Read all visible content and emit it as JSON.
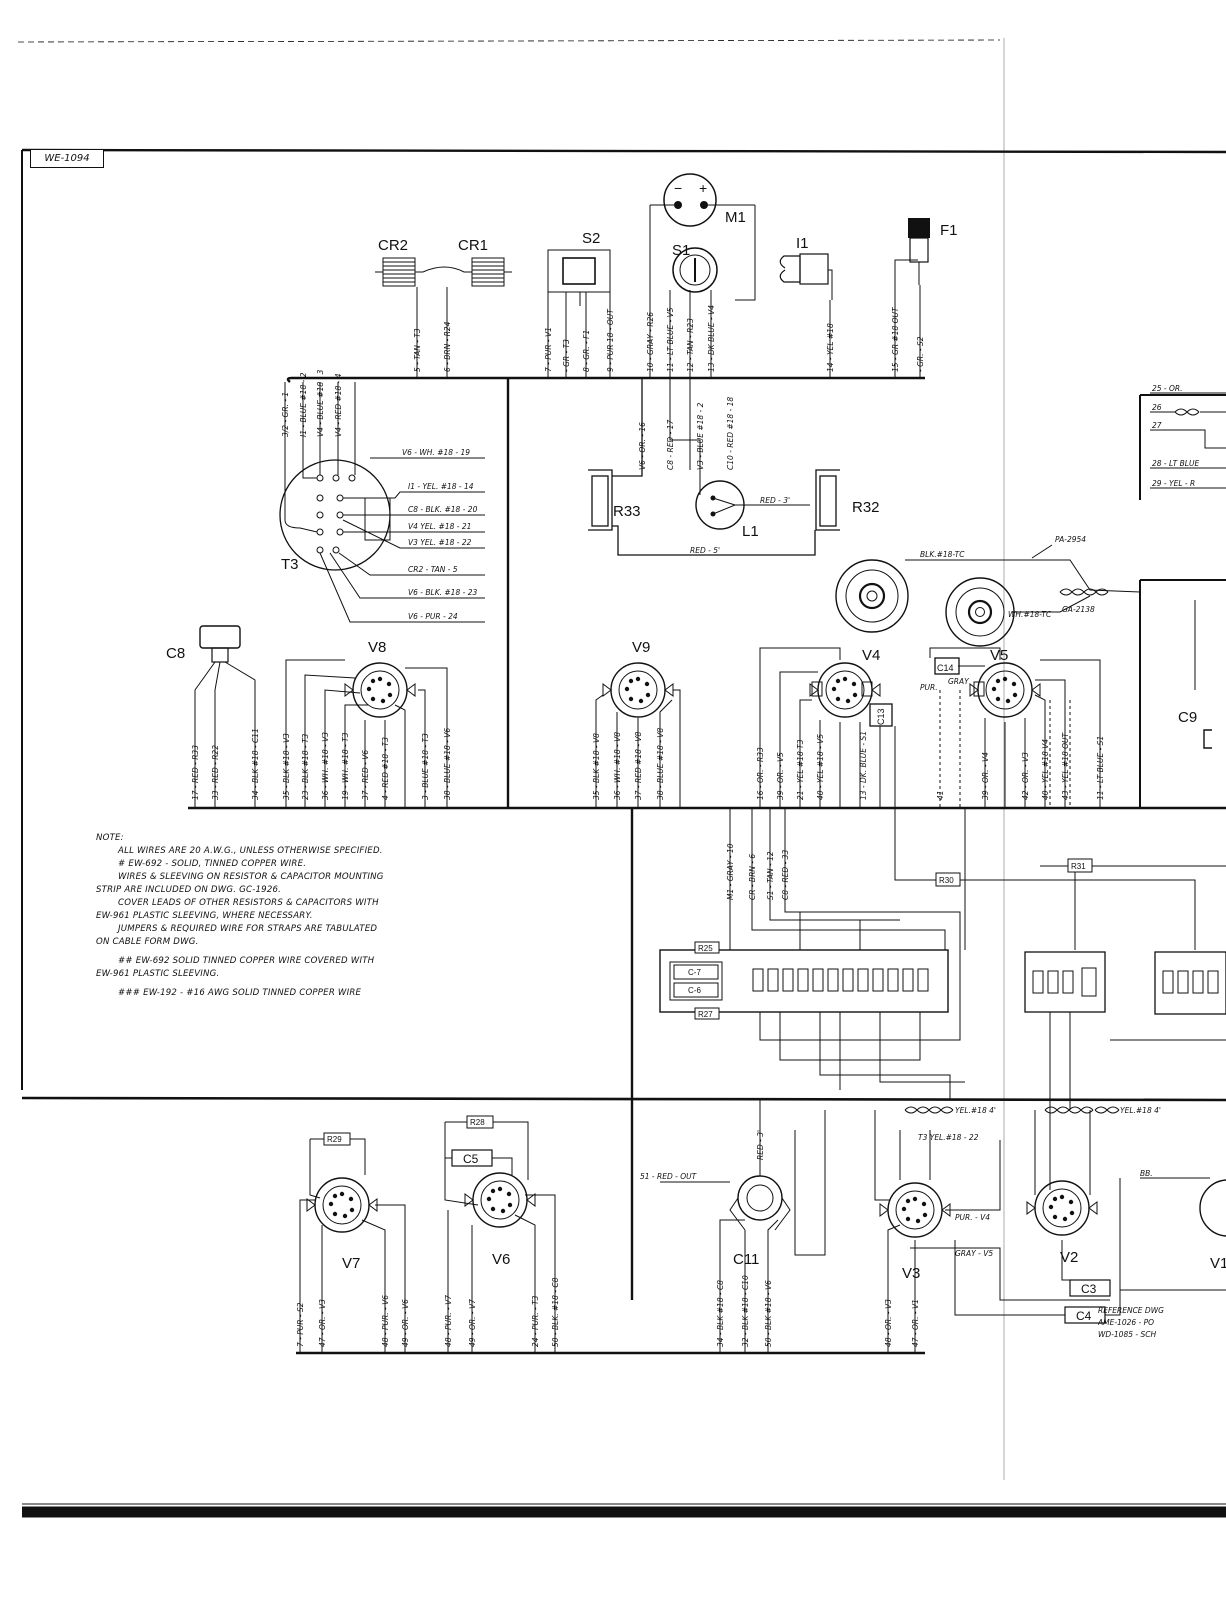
{
  "drawing_number": "WE-1094",
  "components": {
    "CR2": "CR2",
    "CR1": "CR1",
    "S2": "S2",
    "M1": "M1",
    "S1": "S1",
    "I1": "I1",
    "F1": "F1",
    "T3": "T3",
    "R33": "R33",
    "L1": "L1",
    "R32": "R32",
    "C8": "C8",
    "V8": "V8",
    "V9": "V9",
    "V4": "V4",
    "V5": "V5",
    "C9": "C9",
    "C14": "C14",
    "C13": "C13",
    "V7": "V7",
    "V6": "V6",
    "C11": "C11",
    "V3": "V3",
    "V2": "V2",
    "V1": "V1",
    "C3": "C3",
    "C4": "C4",
    "C5": "C5",
    "R29": "R29",
    "R28": "R28",
    "R30": "R30",
    "R31": "R31",
    "R25": "R25",
    "R27": "R27",
    "C7": "C-7",
    "C6": "C-6"
  },
  "meter_symbols": {
    "minus": "−",
    "plus": "+"
  },
  "callouts": {
    "pa_2954": "PA-2954",
    "blk_18_tc": "BLK.#18-TC",
    "wh_18_tc": "WH.#18-TC",
    "ga_2138": "GA-2138",
    "red_3": "RED - 3'",
    "red_5": "RED - 5'",
    "red_3_b": "RED - 3'",
    "red_out_51": "51 - RED - OUT",
    "pur": "PUR.",
    "gray": "GRAY",
    "yel_18_4_a": "YEL.#18 4'",
    "yel_18_4_b": "YEL.#18 4'",
    "t3_yel_18_22": "T3 YEL.#18 - 22",
    "pur_v4": "PUR. - V4",
    "gray_v5": "GRAY - V5",
    "bb": "BB."
  },
  "top_harness": [
    "5 - TAN - T3",
    "6 - BRN - R24",
    "7 - PUR - V1",
    "- GR - T3",
    "8 - GR. - F1",
    "9 - PUR 18 - OUT",
    "10 - GRAY - R26",
    "11 - LT BLUE - V5",
    "12 - TAN - R23",
    "13 - DK BLUE - V4",
    "14 - YEL #18",
    "15 - GR #18 OUT",
    "- GR. - S2"
  ],
  "t3_leads_top": [
    "3/2 - GR. - 1",
    "I1 - BLUE #18 - 2",
    "V4 - BLUE #18 - 3",
    "V4 - RED #18 - 4"
  ],
  "t3_leads_right": [
    "V6 - WH. #18 - 19",
    "I1 - YEL. #18 - 14",
    "C8 - BLK. #18 - 20",
    "V4 YEL. #18 - 21",
    "V3 YEL. #18 - 22",
    "CR2 - TAN - 5",
    "V6 - BLK. #18 - 23",
    "V6 - PUR - 24"
  ],
  "mid_leads": [
    "V6 - OR. - 16",
    "C8 - RED - 17",
    "V3 - BLUE #18 - 2",
    "C10 - RED #18 - 18"
  ],
  "right_edge_leads": [
    "25 - OR.",
    "26",
    "27",
    "28 - LT BLUE",
    "29 - YEL - R"
  ],
  "row1_left_leads": [
    "17 - RED - R33",
    "33 - RED - R22",
    "34 - BLK #18 - C11",
    "35 - BLK #18 - V3",
    "23 - BLK #18 - T3",
    "36 - WH. #18 - V3",
    "19 - WH. #18 - T3",
    "37 - RED - V6",
    "4 - RED #18 - T3",
    "3 - BLUE #18 - T3",
    "38 - BLUE #18 - V6"
  ],
  "row1_mid_leads": [
    "35 - BLK #18 - V8",
    "36 - WH. #18 - V8",
    "37 - RED #18 - V8",
    "38 - BLUE #18 - V8"
  ],
  "row1_right_leads": [
    "16 - OR. - R33",
    "39 - OR. - V5",
    "21 - YEL #18 T3",
    "40 - YEL #18 - V5",
    "13 - DK. BLUE - S1",
    "41",
    "39 - OR. - V4",
    "42 - OR. - V3",
    "40 - YEL #18 V4",
    "43 - YEL #18 OUT",
    "11 - LT BLUE - S1"
  ],
  "strip_leads": [
    "M1 - GRAY - 10",
    "CR - BRN - 6",
    "S1 - TAN - 12",
    "C8 - RED - 33"
  ],
  "bottom_leads": [
    "7 - PUR - S2",
    "47 - OR. - V3",
    "48 - PUR. - V6",
    "49 - OR. - V6",
    "48 - PUR. - V7",
    "49 - OR. - V7",
    "24 - PUR. - T3",
    "50 - BLK. #18 - C8",
    "34 - BLK #18 - C8",
    "32 - BLK #18 - C10",
    "50 - BLK #18 - V6",
    "48 - OR. - V3",
    "47 - OR. - V1"
  ],
  "note": {
    "heading": "NOTE:",
    "lines": [
      "ALL WIRES ARE 20 A.W.G., UNLESS OTHERWISE SPECIFIED.",
      "# EW-692 - SOLID, TINNED COPPER WIRE.",
      "WIRES & SLEEVING ON RESISTOR & CAPACITOR MOUNTING",
      "STRIP ARE INCLUDED ON DWG. GC-1926.",
      "COVER LEADS OF OTHER RESISTORS & CAPACITORS WITH",
      "EW-961 PLASTIC SLEEVING, WHERE NECESSARY.",
      "JUMPERS & REQUIRED WIRE FOR STRAPS ARE TABULATED",
      "ON CABLE FORM DWG.",
      "## EW-692 SOLID TINNED COPPER WIRE COVERED WITH",
      "EW-961 PLASTIC SLEEVING.",
      "### EW-192 - #16 AWG SOLID TINNED COPPER WIRE"
    ]
  },
  "reference": [
    "REFERENCE DWG",
    "AME-1026 - PO",
    "WD-1085 - SCH"
  ]
}
